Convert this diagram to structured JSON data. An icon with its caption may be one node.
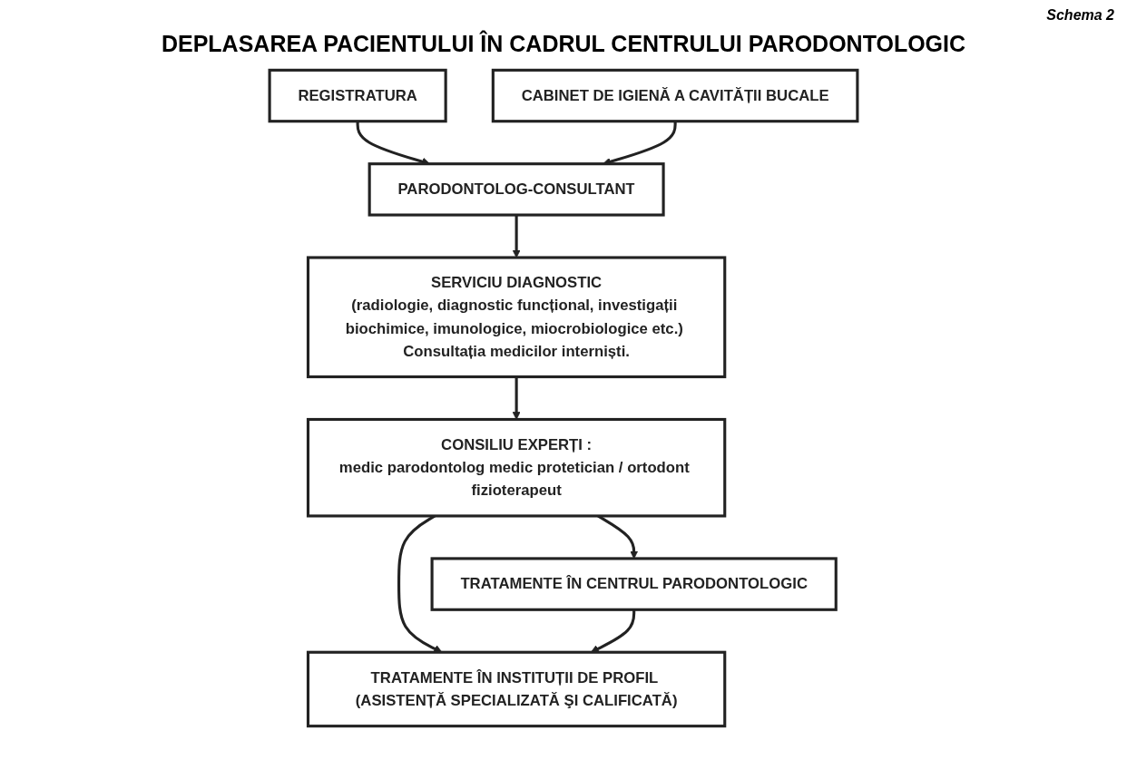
{
  "diagram": {
    "title": "DEPLASAREA PACIENTULUI ÎN CADRUL CENTRULUI PARODONTOLOGIC",
    "nodes": [
      {
        "text": [
          "REGISTRATURA"
        ]
      },
      {
        "text": [
          "PARODONTOLOG-CONSULTANT"
        ]
      },
      {
        "text": [
          "CABINET DE IGIENĂ A CAVITĂȚII BUCALE"
        ]
      },
      {
        "text": [
          "SERVICIU DIAGNOSTIC",
          "(radiologie, diagnostic funcțional, investigații biochimice, imunologice, miocrobiologice etc.) Consultația medicilor interniști."
        ]
      },
      {
        "text": [
          "CONSILIU EXPERȚI :",
          "medic parodontolog medic protetician / ortodont fizioterapeut"
        ]
      },
      {
        "text": [
          "TRATAMENTE ÎN INSTITUȚII DE PROFIL (ASISTENȚĂ SPECIALIZATĂ ŞI CALIFICATĂ)"
        ]
      },
      {
        "text": [
          "TRATAMENTE ÎN CENTRUL PARODONTOLOGIC"
        ]
      }
    ],
    "edges": [
      {
        "from": 0,
        "to": 1,
        "arrow": "to"
      },
      {
        "from": 2,
        "to": 1,
        "arrow": "to"
      },
      {
        "from": 1,
        "to": 3,
        "arrow": "to"
      },
      {
        "from": 3,
        "to": 4,
        "arrow": "to"
      },
      {
        "from": 4,
        "to": 5,
        "arrow": "to"
      },
      {
        "from": 4,
        "to": 6,
        "arrow": "to"
      },
      {
        "from": 6,
        "to": 5,
        "arrow": "to"
      }
    ],
    "labels": [
      "Schema 2"
    ]
  }
}
